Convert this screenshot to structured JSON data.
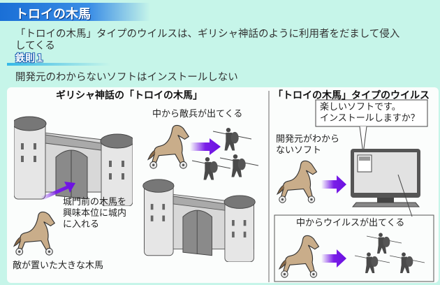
{
  "header": {
    "title": "トロイの木馬"
  },
  "intro": {
    "line1": "「トロイの木馬」タイプのウイルスは、ギリシャ神話のように利用者をだまして侵入",
    "line2": "してくる"
  },
  "rule": {
    "label": "鉄則１",
    "text": "開発元のわからないソフトはインストールしない"
  },
  "left_panel": {
    "title": "ギリシャ神話の「トロイの木馬」",
    "enemy_label": "中から敵兵が出てくる",
    "gate_label": [
      "城門前の木馬を",
      "興味本位に城内",
      "に入れる"
    ],
    "horse_label": "敵が置いた大きな木馬"
  },
  "right_panel": {
    "title": "「トロイの木馬」タイプのウイルス",
    "dialog": [
      "楽しいソフトです。",
      "インストールしますか？"
    ],
    "software_label": [
      "開発元がわから",
      "ないソフト"
    ],
    "virus_label": "中からウイルスが出てくる"
  },
  "colors": {
    "background": "#c6f5e9",
    "title_blue": "#1a6fd6",
    "arrow": "#7a1ee8",
    "horse": "#c9ad8a",
    "soldier": "#4a4a4a"
  }
}
